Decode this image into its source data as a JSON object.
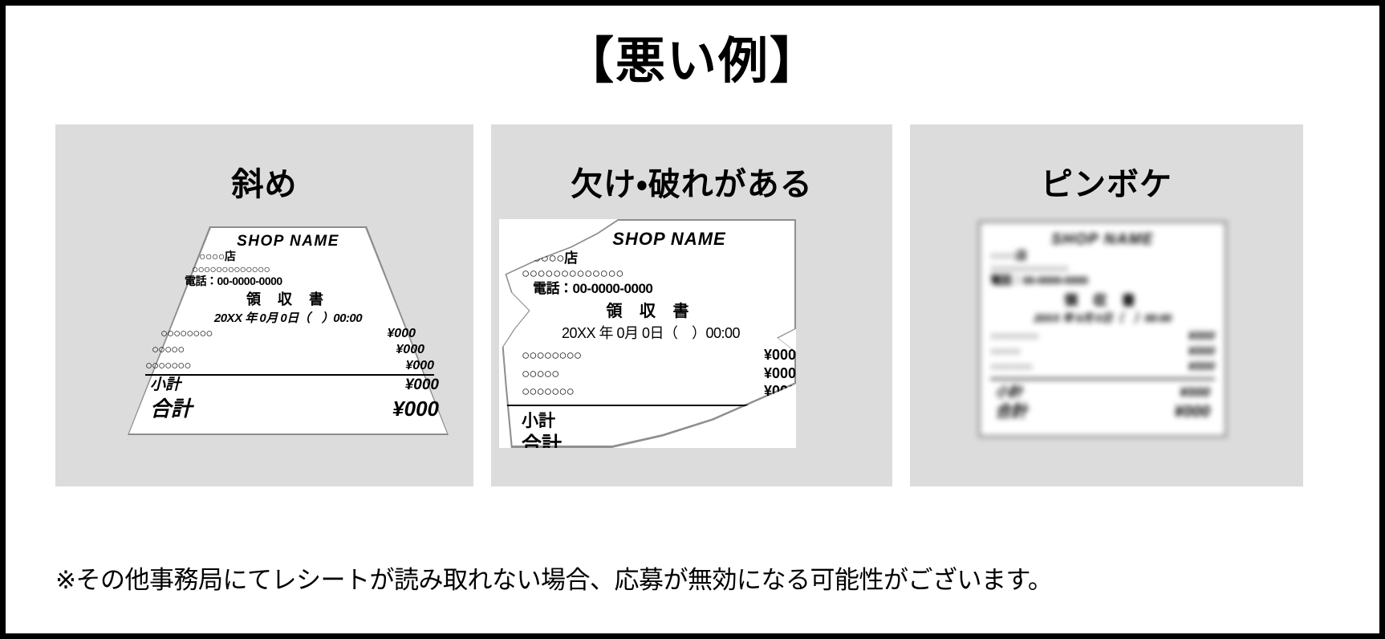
{
  "title": "【悪い例】",
  "colors": {
    "page_border": "#000000",
    "panel_bg": "#dcdcdc",
    "receipt_bg": "#ffffff",
    "receipt_border": "#8c8c8c",
    "text": "#000000"
  },
  "panels": [
    {
      "heading": "斜め",
      "defect": "slanted"
    },
    {
      "heading": "欠け・破れがある",
      "defect": "torn"
    },
    {
      "heading": "ピンボケ",
      "defect": "blurred"
    }
  ],
  "receipt": {
    "shop_name": "SHOP NAME",
    "branch": "○○○○店",
    "address": "○○○○○○○○○○○○○",
    "phone": "電話：00-0000-0000",
    "doc_title": "領 収 書",
    "date": "20XX 年 0月 0日（　）00:00",
    "items": [
      {
        "name": "○○○○○○○○",
        "amount": "¥000"
      },
      {
        "name": "○○○○○",
        "amount": "¥000"
      },
      {
        "name": "○○○○○○○",
        "amount": "¥000"
      }
    ],
    "subtotal_label": "小計",
    "subtotal_amount": "¥000",
    "total_label": "合計",
    "total_amount": "¥000"
  },
  "footnote": "※その他事務局にてレシートが読み取れない場合、応募が無効になる可能性がございます。"
}
